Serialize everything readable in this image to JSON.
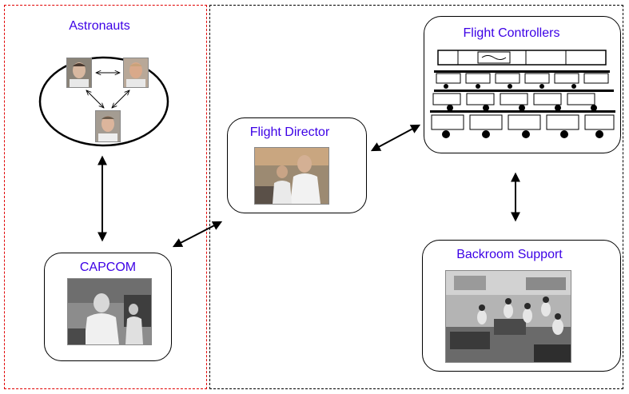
{
  "diagram": {
    "nodes": {
      "astronauts": {
        "label": "Astronauts",
        "photo_icons": [
          "astronaut-photo-icon",
          "astronaut-photo-icon",
          "astronaut-photo-icon"
        ]
      },
      "capcom": {
        "label": "CAPCOM",
        "photo_icon": "capcom-photo-icon"
      },
      "flight_director": {
        "label": "Flight Director",
        "photo_icon": "flight-director-photo-icon"
      },
      "flight_controllers": {
        "label": "Flight Controllers",
        "photo_icon": "mission-control-room-drawing-icon"
      },
      "backroom_support": {
        "label": "Backroom Support",
        "photo_icon": "backroom-support-photo-icon"
      }
    },
    "edges": [
      {
        "from": "astronauts",
        "to": "capcom",
        "direction": "both"
      },
      {
        "from": "capcom",
        "to": "flight_director",
        "direction": "both"
      },
      {
        "from": "flight_director",
        "to": "flight_controllers",
        "direction": "both"
      },
      {
        "from": "flight_controllers",
        "to": "backroom_support",
        "direction": "both"
      }
    ],
    "colors": {
      "label_text": "#3c00e6",
      "left_region_border": "#e00000",
      "right_region_border": "#000000"
    }
  }
}
